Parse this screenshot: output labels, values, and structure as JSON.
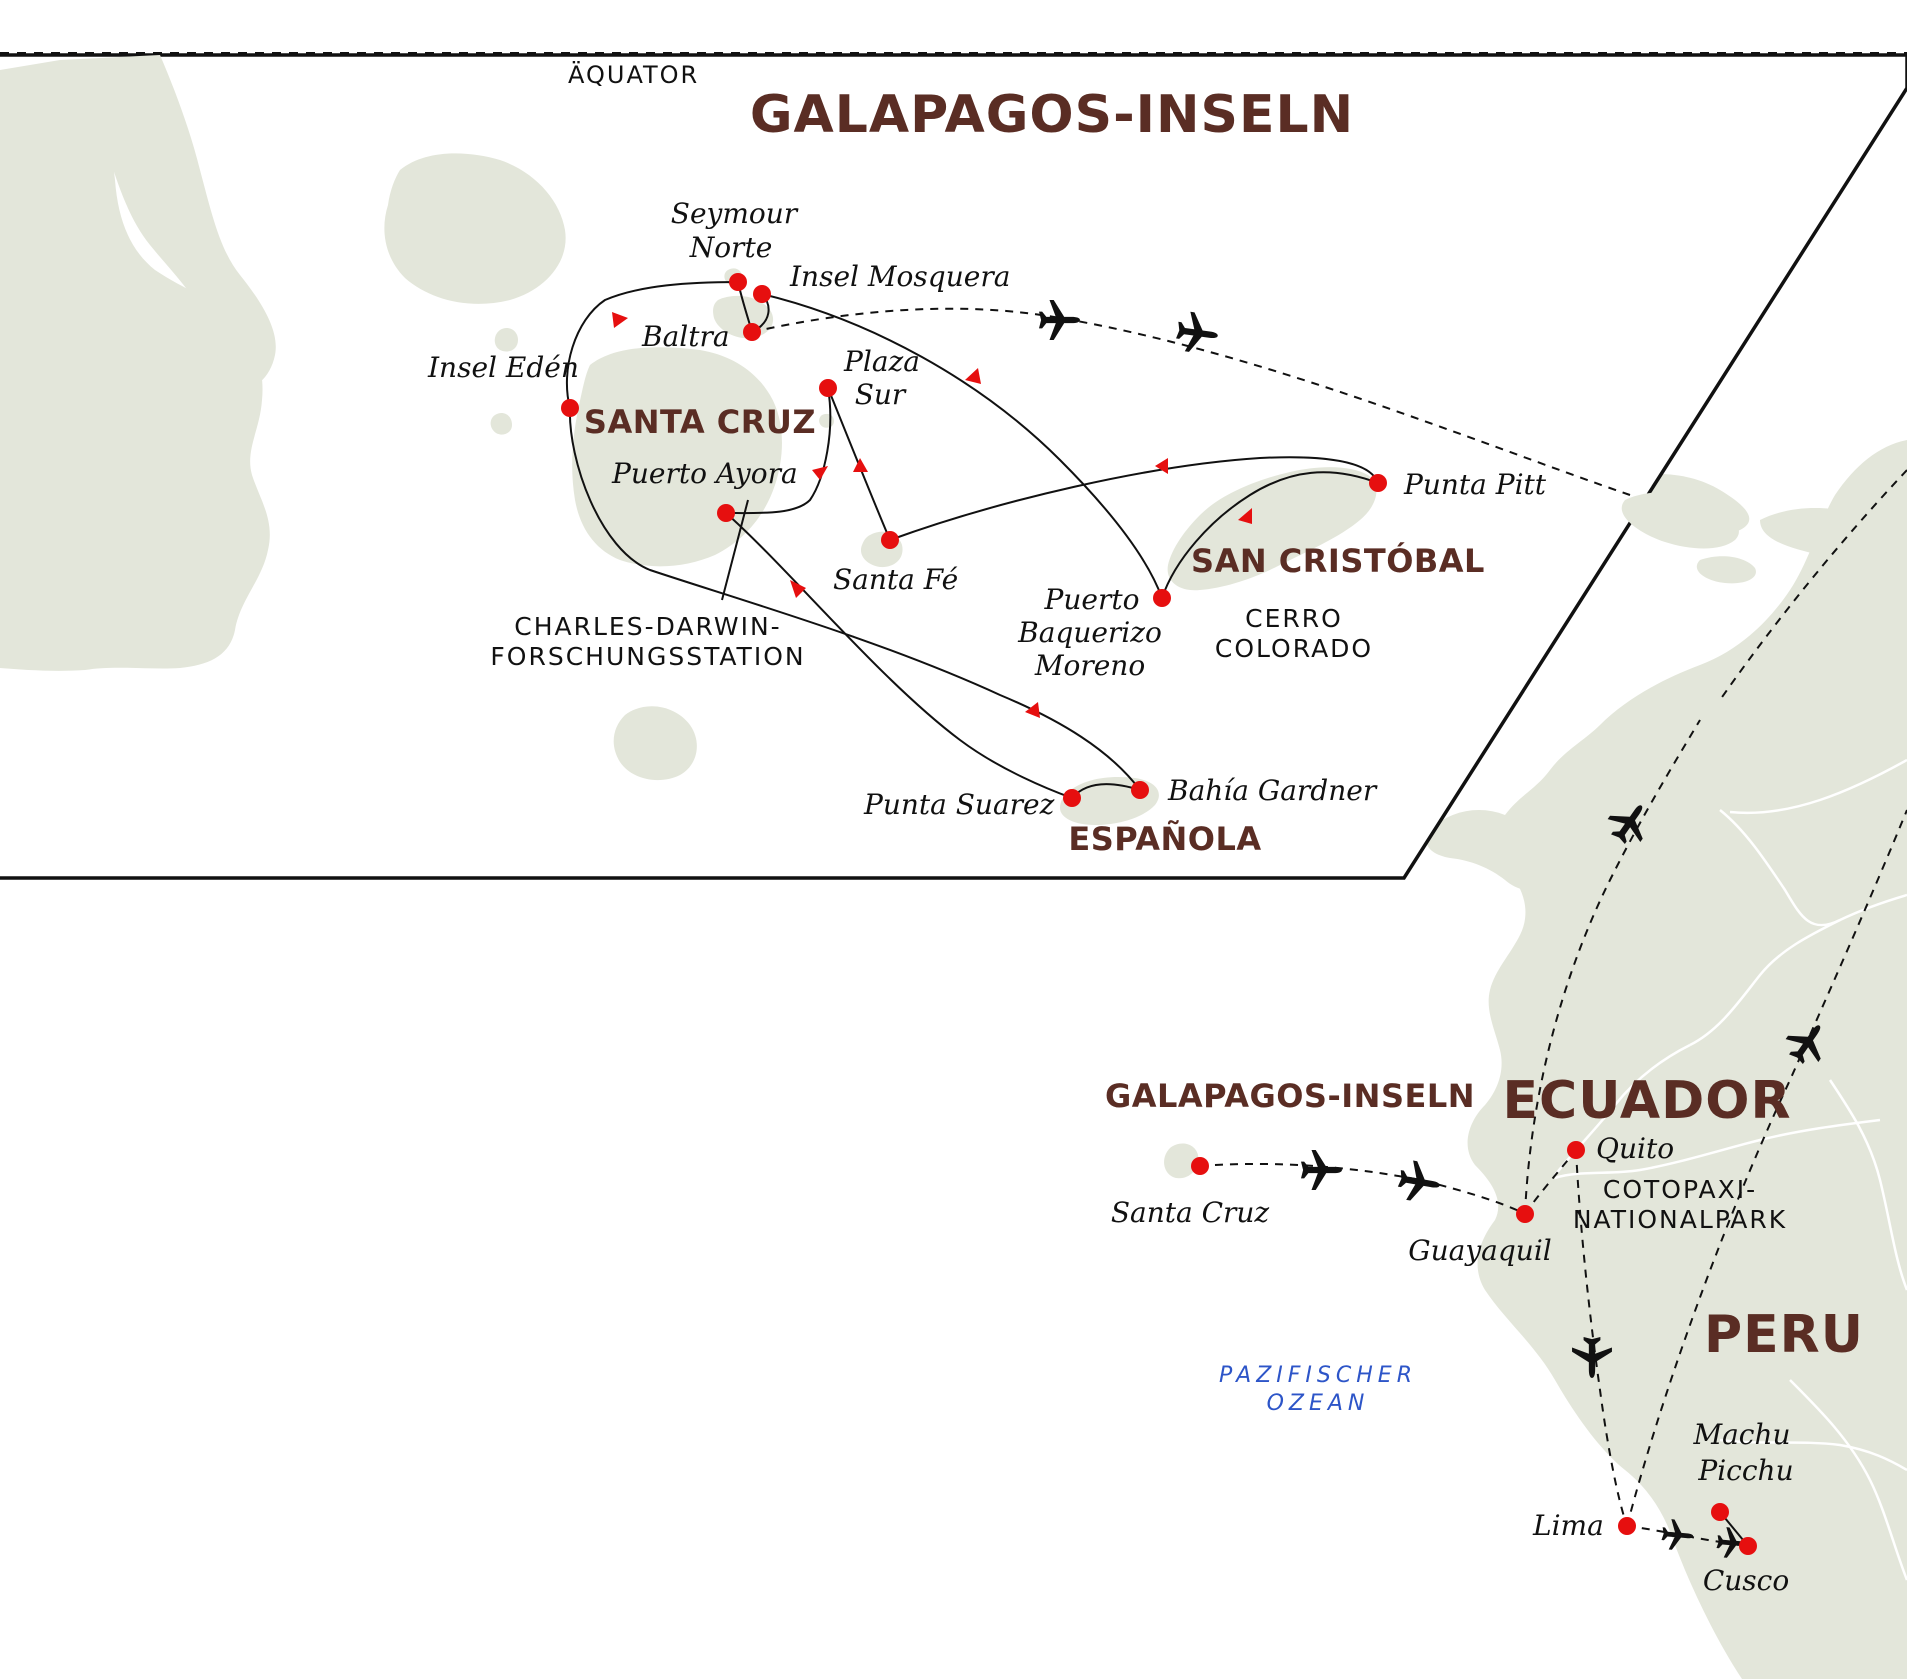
{
  "inset": {
    "title": "GALAPAGOS-INSELN",
    "equator_label": "ÄQUATOR",
    "islands": {
      "santa_cruz": "SANTA CRUZ",
      "san_cristobal": "SAN CRISTÓBAL",
      "espanola": "ESPAÑOLA"
    },
    "places": {
      "seymour_1": "Seymour",
      "seymour_2": "Norte",
      "mosquera": "Insel Mosquera",
      "baltra": "Baltra",
      "eden": "Insel Edén",
      "plaza_1": "Plaza",
      "plaza_2": "Sur",
      "puerto_ayora": "Puerto Ayora",
      "santa_fe": "Santa Fé",
      "punta_pitt": "Punta Pitt",
      "baquerizo_1": "Puerto",
      "baquerizo_2": "Baquerizo",
      "baquerizo_3": "Moreno",
      "punta_suarez": "Punta Suarez",
      "bahia_gardner": "Bahía Gardner"
    },
    "landmarks": {
      "darwin_1": "CHARLES-DARWIN-",
      "darwin_2": "FORSCHUNGSSTATION",
      "cerro_1": "CERRO",
      "cerro_2": "COLORADO"
    }
  },
  "main": {
    "galapagos_label": "GALAPAGOS-INSELN",
    "countries": {
      "ecuador": "ECUADOR",
      "peru": "PERU"
    },
    "places": {
      "santa_cruz": "Santa Cruz",
      "guayaquil": "Guayaquil",
      "quito": "Quito",
      "lima": "Lima",
      "cusco": "Cusco",
      "machu_1": "Machu",
      "machu_2": "Picchu"
    },
    "landmarks": {
      "cotopaxi_1": "COTOPAXI-",
      "cotopaxi_2": "NATIONALPARK"
    },
    "ocean_1": "PAZIFISCHER",
    "ocean_2": "OZEAN"
  },
  "colors": {
    "land": "#e3e6da",
    "stop": "#e60f0f",
    "title": "#5a2d24",
    "ocean_text": "#2d55c8",
    "route": "#111111"
  }
}
